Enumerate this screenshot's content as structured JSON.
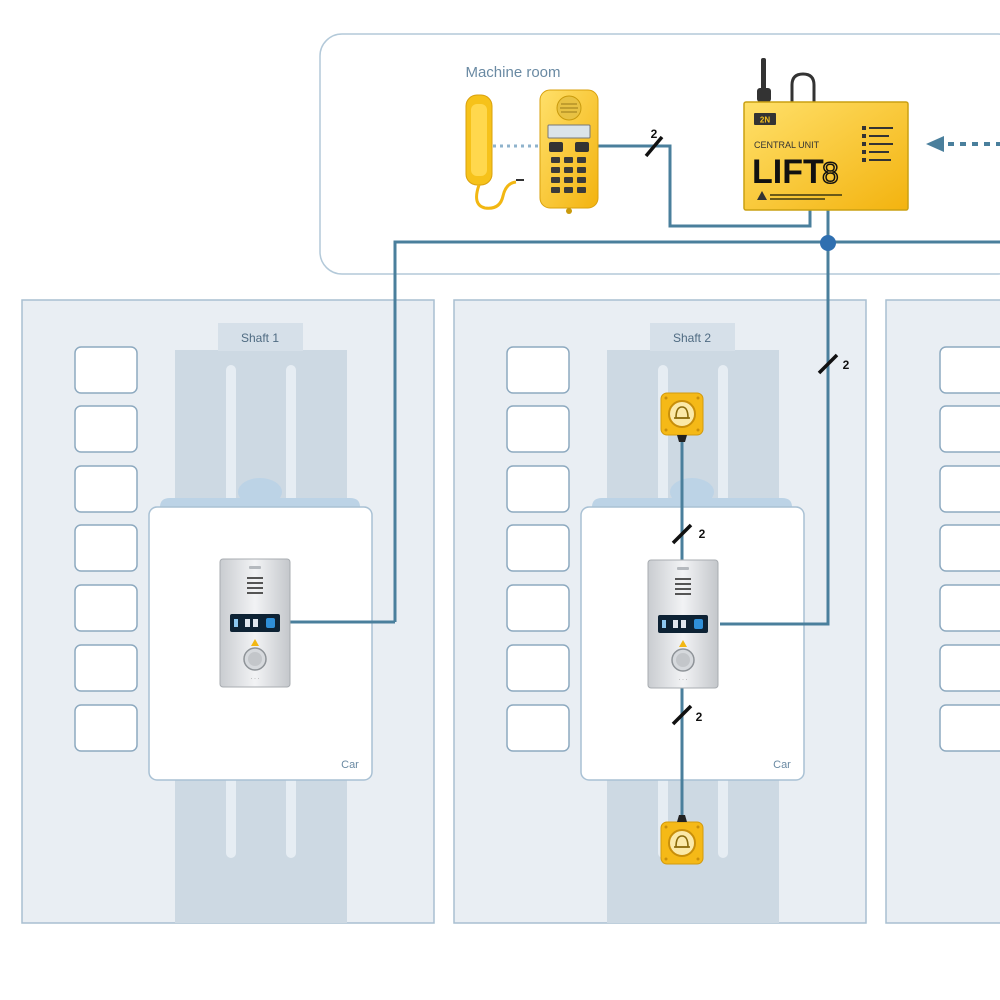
{
  "labels": {
    "machine_room": "Machine room",
    "shaft_1": "Shaft 1",
    "shaft_2": "Shaft 2",
    "car": "Car",
    "wire_count": "2"
  },
  "central_unit": {
    "brand": "2N",
    "subtitle": "CENTRAL UNIT",
    "model": "LIFT",
    "model_digit": "8"
  },
  "colors": {
    "wire": "#4a7f9c",
    "shaft_bg": "#e9eef3",
    "shaft_border": "#a9bfd1",
    "rail": "#cdd9e3",
    "room_border": "#b3c9d9",
    "yellow": "#f7c21d",
    "label_text": "#6a8aa3"
  },
  "icons": [
    "handset-icon",
    "service-phone-icon",
    "antenna-icon",
    "alarm-button-icon",
    "intercom-panel-icon"
  ]
}
